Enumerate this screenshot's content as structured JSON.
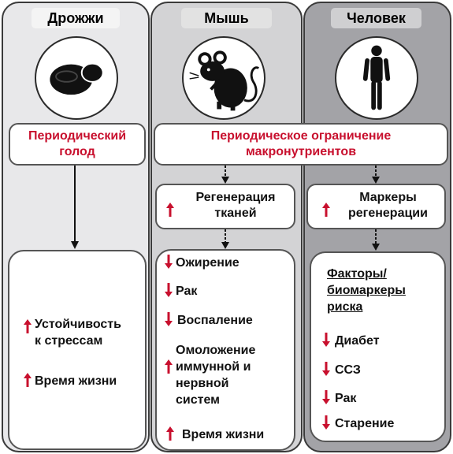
{
  "columns": {
    "yeast": {
      "title": "Дрожжи",
      "icon": "yeast-icon"
    },
    "mouse": {
      "title": "Мышь",
      "icon": "mouse-icon"
    },
    "human": {
      "title": "Человек",
      "icon": "human-icon"
    }
  },
  "yeast_intervention": [
    "Периодический",
    "голод"
  ],
  "shared_intervention": [
    "Периодическое ограничение",
    "макронутриентов"
  ],
  "mouse_effect": [
    "Регенерация",
    "тканей"
  ],
  "human_effect": [
    "Маркеры",
    "регенерации"
  ],
  "yeast_outcomes": [
    {
      "lines": [
        "Устойчивость",
        "к стрессам"
      ],
      "direction": "up"
    },
    {
      "lines": [
        "Время жизни"
      ],
      "direction": "up"
    }
  ],
  "mouse_outcomes": [
    {
      "lines": [
        "Ожирение"
      ],
      "direction": "down"
    },
    {
      "lines": [
        "Рак"
      ],
      "direction": "down"
    },
    {
      "lines": [
        "Воспаление"
      ],
      "direction": "down"
    },
    {
      "lines": [
        "Омоложение",
        "иммунной и",
        "нервной",
        "систем"
      ],
      "direction": "up"
    },
    {
      "lines": [
        "Время жизни"
      ],
      "direction": "up"
    }
  ],
  "human_risk_title": [
    "Факторы/",
    "биомаркеры",
    "риска"
  ],
  "human_outcomes": [
    {
      "lines": [
        "Диабет"
      ],
      "direction": "down"
    },
    {
      "lines": [
        "ССЗ"
      ],
      "direction": "down"
    },
    {
      "lines": [
        "Рак"
      ],
      "direction": "down"
    },
    {
      "lines": [
        "Старение"
      ],
      "direction": "down"
    }
  ],
  "colors": {
    "up_down_arrow": "#c8102e",
    "intervention_text": "#c8102e",
    "col1_bg": "#e8e8ea",
    "col2_bg": "#d3d3d5",
    "col3_bg": "#a3a3a7"
  }
}
